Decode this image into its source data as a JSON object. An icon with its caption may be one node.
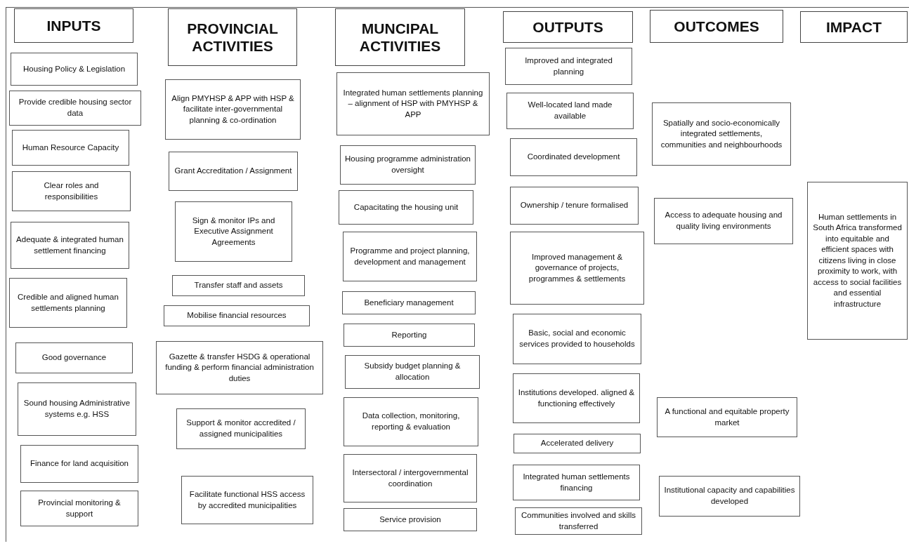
{
  "diagram": {
    "nodes": [
      {
        "text": [
          "INPUTS"
        ]
      },
      {
        "text": [
          "Housing Policy & Legislation"
        ]
      },
      {
        "text": [
          "Provide credible housing sector data"
        ]
      },
      {
        "text": [
          "Human Resource Capacity"
        ]
      },
      {
        "text": [
          "Clear roles and responsibilities"
        ]
      },
      {
        "text": [
          "Adequate & integrated human settlement financing"
        ]
      },
      {
        "text": [
          "Credible and aligned human settlements planning"
        ]
      },
      {
        "text": [
          "Good governance"
        ]
      },
      {
        "text": [
          "Sound housing Administrative systems e.g. HSS"
        ]
      },
      {
        "text": [
          "Finance for land acquisition"
        ]
      },
      {
        "text": [
          "Provincial monitoring & support"
        ]
      },
      {
        "text": [
          "PROVINCIAL ACTIVITIES"
        ]
      },
      {
        "text": [
          "Align PMYHSP & APP with HSP & facilitate inter-governmental planning & co-ordination"
        ]
      },
      {
        "text": [
          "Grant Accreditation / Assignment"
        ]
      },
      {
        "text": [
          "Sign & monitor IPs and Executive Assignment Agreements"
        ]
      },
      {
        "text": [
          "Transfer staff and assets"
        ]
      },
      {
        "text": [
          "Mobilise financial resources"
        ]
      },
      {
        "text": [
          "Gazette & transfer HSDG & operational funding & perform financial administration duties"
        ]
      },
      {
        "text": [
          "Support & monitor accredited / assigned municipalities"
        ]
      },
      {
        "text": [
          "Facilitate functional HSS access by accredited municipalities"
        ]
      },
      {
        "text": [
          "MUNCIPAL ACTIVITIES"
        ]
      },
      {
        "text": [
          "Integrated human settlements planning – alignment of HSP with PMYHSP & APP"
        ]
      },
      {
        "text": [
          "Housing programme administration oversight"
        ]
      },
      {
        "text": [
          "Capacitating the housing unit"
        ]
      },
      {
        "text": [
          "Programme and project planning, development and management"
        ]
      },
      {
        "text": [
          "Beneficiary management"
        ]
      },
      {
        "text": [
          "Reporting"
        ]
      },
      {
        "text": [
          "Subsidy budget planning & allocation"
        ]
      },
      {
        "text": [
          "Data collection, monitoring, reporting & evaluation"
        ]
      },
      {
        "text": [
          "Intersectoral / intergovernmental coordination"
        ]
      },
      {
        "text": [
          "Service provision"
        ]
      },
      {
        "text": [
          "OUTPUTS"
        ]
      },
      {
        "text": [
          "Improved and integrated planning"
        ]
      },
      {
        "text": [
          "Well-located land made available"
        ]
      },
      {
        "text": [
          "Coordinated development"
        ]
      },
      {
        "text": [
          "Ownership / tenure formalised"
        ]
      },
      {
        "text": [
          "Improved management & governance of projects, programmes & settlements"
        ]
      },
      {
        "text": [
          "Basic, social and economic services provided to households"
        ]
      },
      {
        "text": [
          "Institutions developed. aligned & functioning effectively"
        ]
      },
      {
        "text": [
          "Accelerated delivery"
        ]
      },
      {
        "text": [
          "Integrated human settlements financing"
        ]
      },
      {
        "text": [
          "Communities involved and skills transferred"
        ]
      },
      {
        "text": [
          "OUTCOMES"
        ]
      },
      {
        "text": [
          "Spatially and socio-economically integrated settlements, communities and neighbourhoods"
        ]
      },
      {
        "text": [
          "Access to adequate housing and quality living environments"
        ]
      },
      {
        "text": [
          "A functional and equitable property market"
        ]
      },
      {
        "text": [
          "Institutional capacity and capabilities developed"
        ]
      },
      {
        "text": [
          "IMPACT"
        ]
      },
      {
        "text": [
          "Human settlements in South Africa transformed into equitable and efficient spaces with citizens living in close proximity to work, with access to social facilities and essential infrastructure"
        ]
      }
    ]
  }
}
